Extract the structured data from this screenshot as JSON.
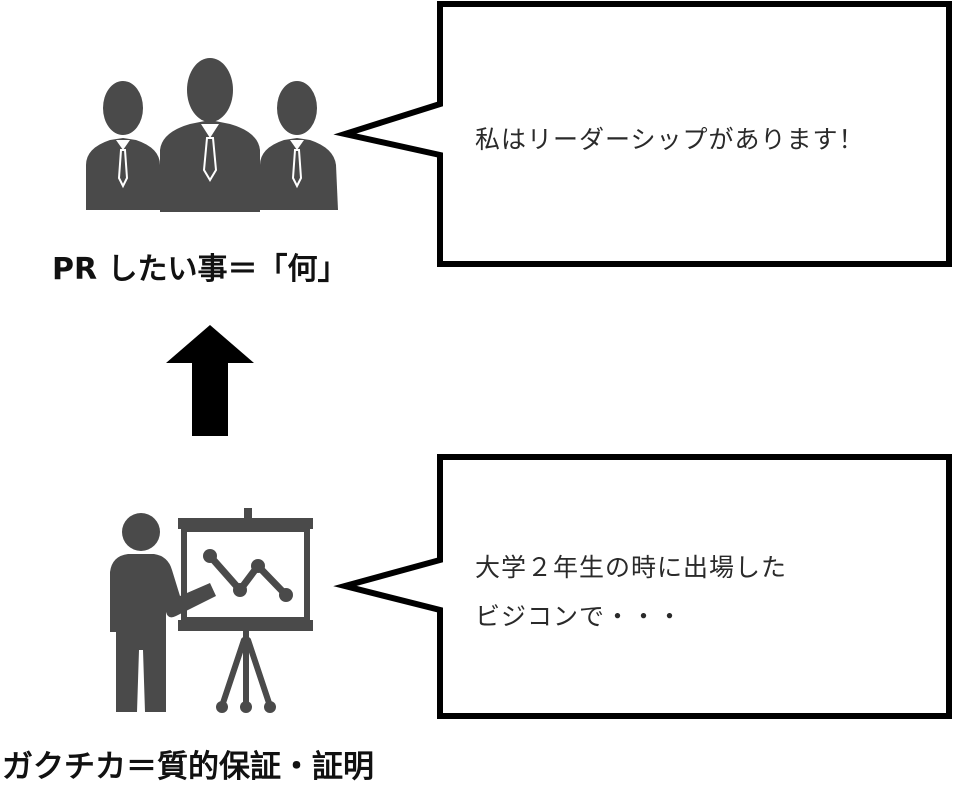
{
  "top": {
    "caption": "PR したい事＝「何」",
    "bubble_text": "私はリーダーシップがあります！",
    "icon": "business-team-icon"
  },
  "bottom": {
    "caption": "ガクチカ＝質的保証・証明",
    "bubble_lines": [
      "大学２年生の時に出場した",
      "ビジコンで・・・"
    ],
    "icon": "presenter-board-icon"
  },
  "arrow": {
    "icon": "up-arrow-icon"
  },
  "colors": {
    "icon_fill": "#4a4a4a",
    "arrow_fill": "#000000",
    "bubble_stroke": "#000000"
  }
}
